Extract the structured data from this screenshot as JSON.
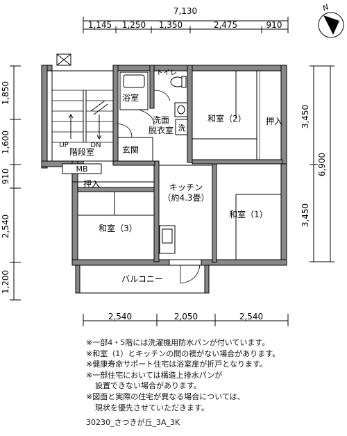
{
  "dims": {
    "top_total": "7,130",
    "top": [
      "1,145",
      "1,250",
      "1,350",
      "2,475",
      "910"
    ],
    "left": [
      "1,850",
      "1,600",
      "910",
      "2,540",
      "1,200"
    ],
    "right_inner": [
      "3,450",
      "3,450"
    ],
    "right_total": "6,900",
    "bottom": [
      "2,540",
      "2,050",
      "2,540"
    ]
  },
  "rooms": {
    "toilet": "トイレ",
    "bath": "浴室",
    "washroom_1": "洗面",
    "washroom_2": "脱衣室",
    "washer": "洗",
    "washitsu2": "和室（2）",
    "oshiire_right": "押入",
    "up": "UP",
    "dn": "DN",
    "stairs": "階段室",
    "entrance": "玄関",
    "mb": "MB",
    "oshiire_left": "押入",
    "kitchen_1": "キッチン",
    "kitchen_2": "（約4.3畳）",
    "washitsu1": "和室（1）",
    "washitsu3": "和室（3）",
    "balcony": "バルコニー"
  },
  "compass": "N",
  "notes": [
    "※一部4・5階には洗濯機用防水パンが付いています。",
    "※和室（1）とキッチンの間の襖がない場合があります。",
    "※健康寿命サポート住宅は浴室扉が折戸となります。",
    "※一部住宅においては構造上排水パンが",
    "設置できない場合があります。",
    "※図面と実際の住宅が異なる場合については、",
    "現状を優先させていただきます。"
  ],
  "code": "30230_さつきが丘_3A_3K"
}
